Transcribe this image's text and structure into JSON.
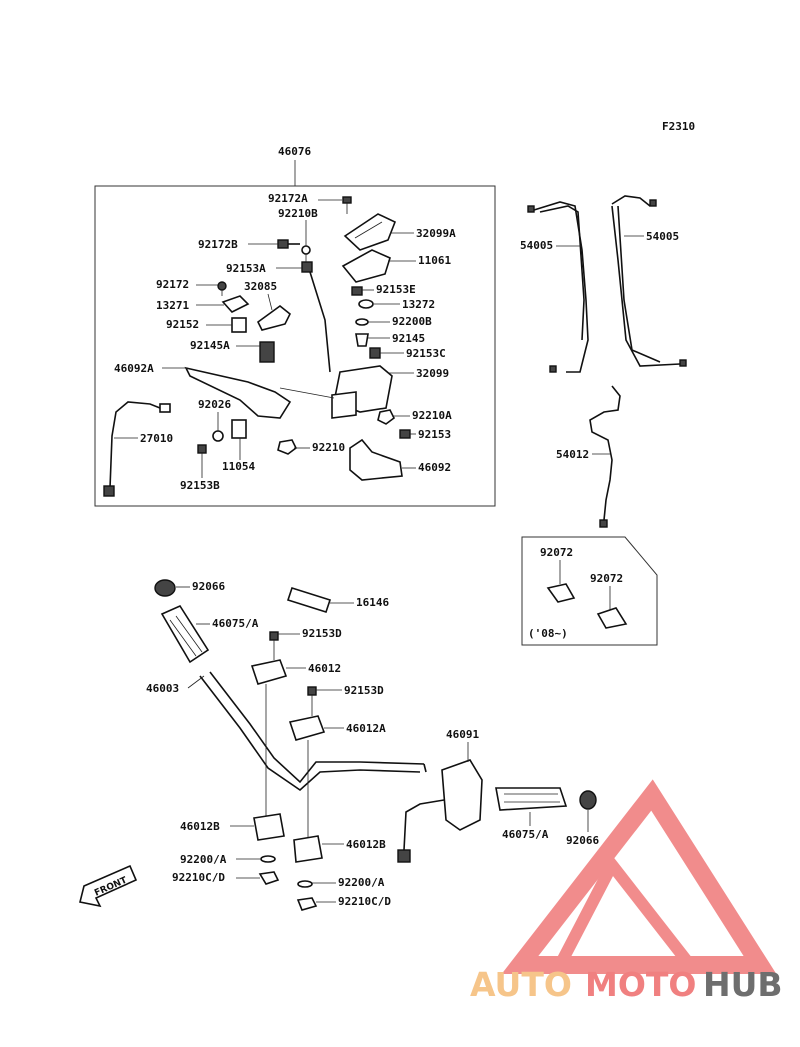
{
  "figure_code": "F2310",
  "assembly_label": "46076",
  "year_note": "('08~)",
  "front_arrow_text": "FRONT",
  "watermark": {
    "text_part1": "AUTO",
    "text_part2": "MOTO",
    "text_part3": "HUB",
    "color1": "#f6c58a",
    "color2": "#f08080",
    "color3": "#6e6e6e",
    "logo_color": "#f08080"
  },
  "part_labels": {
    "p92172A": "92172A",
    "p92210B": "92210B",
    "p32099A": "32099A",
    "p92172B": "92172B",
    "p11061": "11061",
    "p92153A": "92153A",
    "p92172": "92172",
    "p32085": "32085",
    "p92153E": "92153E",
    "p13271": "13271",
    "p13272": "13272",
    "p92152": "92152",
    "p92200B": "92200B",
    "p92145": "92145",
    "p92145A": "92145A",
    "p92153C": "92153C",
    "p46092A": "46092A",
    "p32099": "32099",
    "p92026": "92026",
    "p92210A": "92210A",
    "p27010": "27010",
    "p92153": "92153",
    "p92210": "92210",
    "p11054": "11054",
    "p46092": "46092",
    "p92153B": "92153B",
    "p54005_left": "54005",
    "p54005_right": "54005",
    "p54012": "54012",
    "p92072_a": "92072",
    "p92072_b": "92072",
    "p92066_top": "92066",
    "p16146": "16146",
    "p46075A_left": "46075/A",
    "p92153D_a": "92153D",
    "p46012": "46012",
    "p46003": "46003",
    "p92153D_b": "92153D",
    "p46012A": "46012A",
    "p46091": "46091",
    "p46012B_left": "46012B",
    "p46012B_right": "46012B",
    "p46075A_right": "46075/A",
    "p92066_right": "92066",
    "p92200A_left": "92200/A",
    "p92210CD_left": "92210C/D",
    "p92200A_right": "92200/A",
    "p92210CD_right": "92210C/D"
  }
}
